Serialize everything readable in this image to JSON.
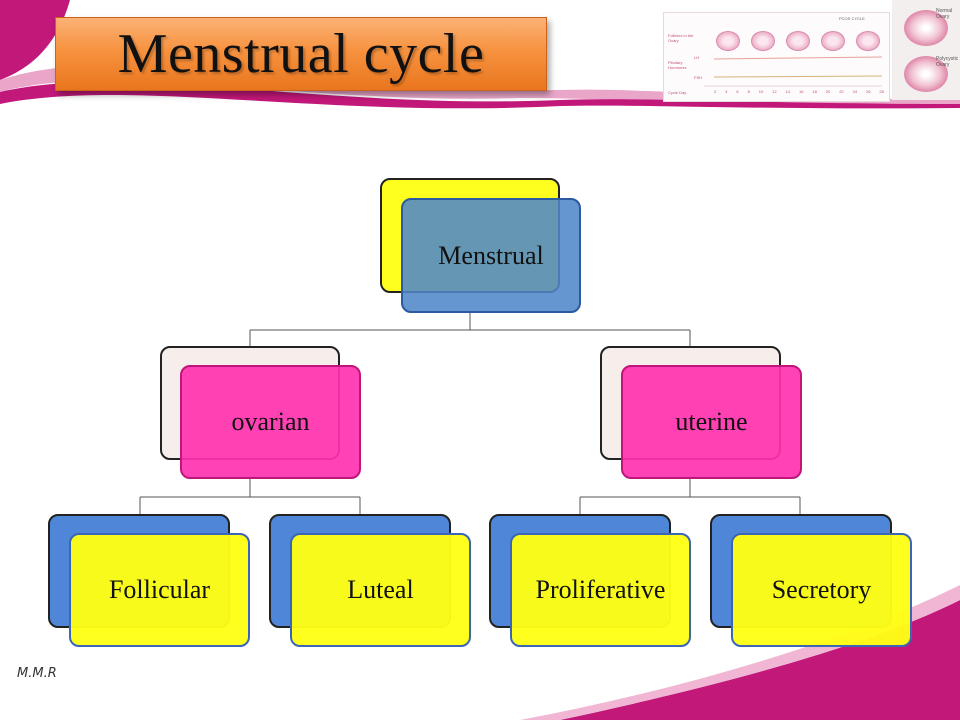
{
  "slide": {
    "title": "Menstrual cycle",
    "watermark": "M.M.R"
  },
  "diagram": {
    "root": "Menstrual",
    "branches": [
      {
        "label": "ovarian",
        "children": [
          "Follicular",
          "Luteal"
        ]
      },
      {
        "label": "uterine",
        "children": [
          "Proliferative",
          "Secretory"
        ]
      }
    ]
  },
  "thumbnail": {
    "heading": "PCOS CYCLE",
    "row_labels": [
      "Follicles in the Ovary",
      "LH",
      "Pituitary Hormones",
      "FSH",
      "Cycle Day"
    ],
    "cycle_days": [
      "2",
      "4",
      "6",
      "8",
      "10",
      "12",
      "14",
      "16",
      "18",
      "20",
      "22",
      "24",
      "26",
      "28"
    ],
    "ovary_labels": [
      "Normal Ovary",
      "Polycystic Ovary"
    ]
  },
  "colors": {
    "magenta": "#c2187a",
    "pink_box": "#ff3fb0",
    "yellow_box": "#ffff1f",
    "blue_box": "#4f86d8",
    "steel_box": "#5f95c8",
    "cream_box": "#f6eeea",
    "title_orange": "#f7923f"
  }
}
